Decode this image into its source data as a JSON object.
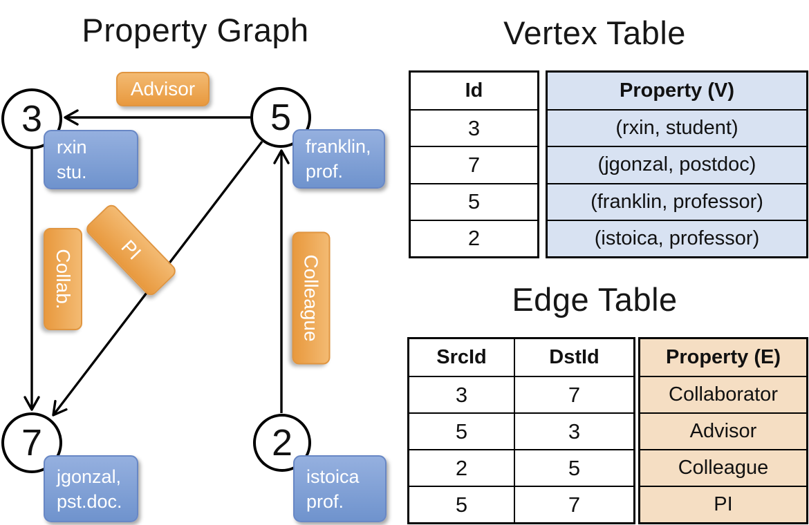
{
  "graph": {
    "title": "Property Graph",
    "nodes": [
      {
        "id": "3",
        "label_lines": [
          "rxin",
          "stu."
        ]
      },
      {
        "id": "5",
        "label_lines": [
          "franklin,",
          "prof."
        ]
      },
      {
        "id": "7",
        "label_lines": [
          "jgonzal,",
          "pst.doc."
        ]
      },
      {
        "id": "2",
        "label_lines": [
          "istoica",
          "prof."
        ]
      }
    ],
    "edges": [
      {
        "label": "Advisor",
        "src": "5",
        "dst": "3"
      },
      {
        "label": "Collab.",
        "src": "3",
        "dst": "7"
      },
      {
        "label": "PI",
        "src": "5",
        "dst": "7"
      },
      {
        "label": "Colleague",
        "src": "2",
        "dst": "5"
      }
    ]
  },
  "vertex_table": {
    "title": "Vertex Table",
    "columns": [
      "Id",
      "Property (V)"
    ],
    "rows": [
      [
        "3",
        "(rxin, student)"
      ],
      [
        "7",
        "(jgonzal, postdoc)"
      ],
      [
        "5",
        "(franklin, professor)"
      ],
      [
        "2",
        "(istoica, professor)"
      ]
    ]
  },
  "edge_table": {
    "title": "Edge Table",
    "columns": [
      "SrcId",
      "DstId",
      "Property (E)"
    ],
    "rows": [
      [
        "3",
        "7",
        "Collaborator"
      ],
      [
        "5",
        "3",
        "Advisor"
      ],
      [
        "2",
        "5",
        "Colleague"
      ],
      [
        "5",
        "7",
        "PI"
      ]
    ]
  },
  "colors": {
    "vertex_label_blue": "#7e9fd5",
    "edge_label_orange": "#eda858",
    "vertex_table_fill": "#d8e2f2",
    "edge_table_fill": "#f5dec3",
    "line_black": "#000000",
    "background": "#ffffff"
  }
}
